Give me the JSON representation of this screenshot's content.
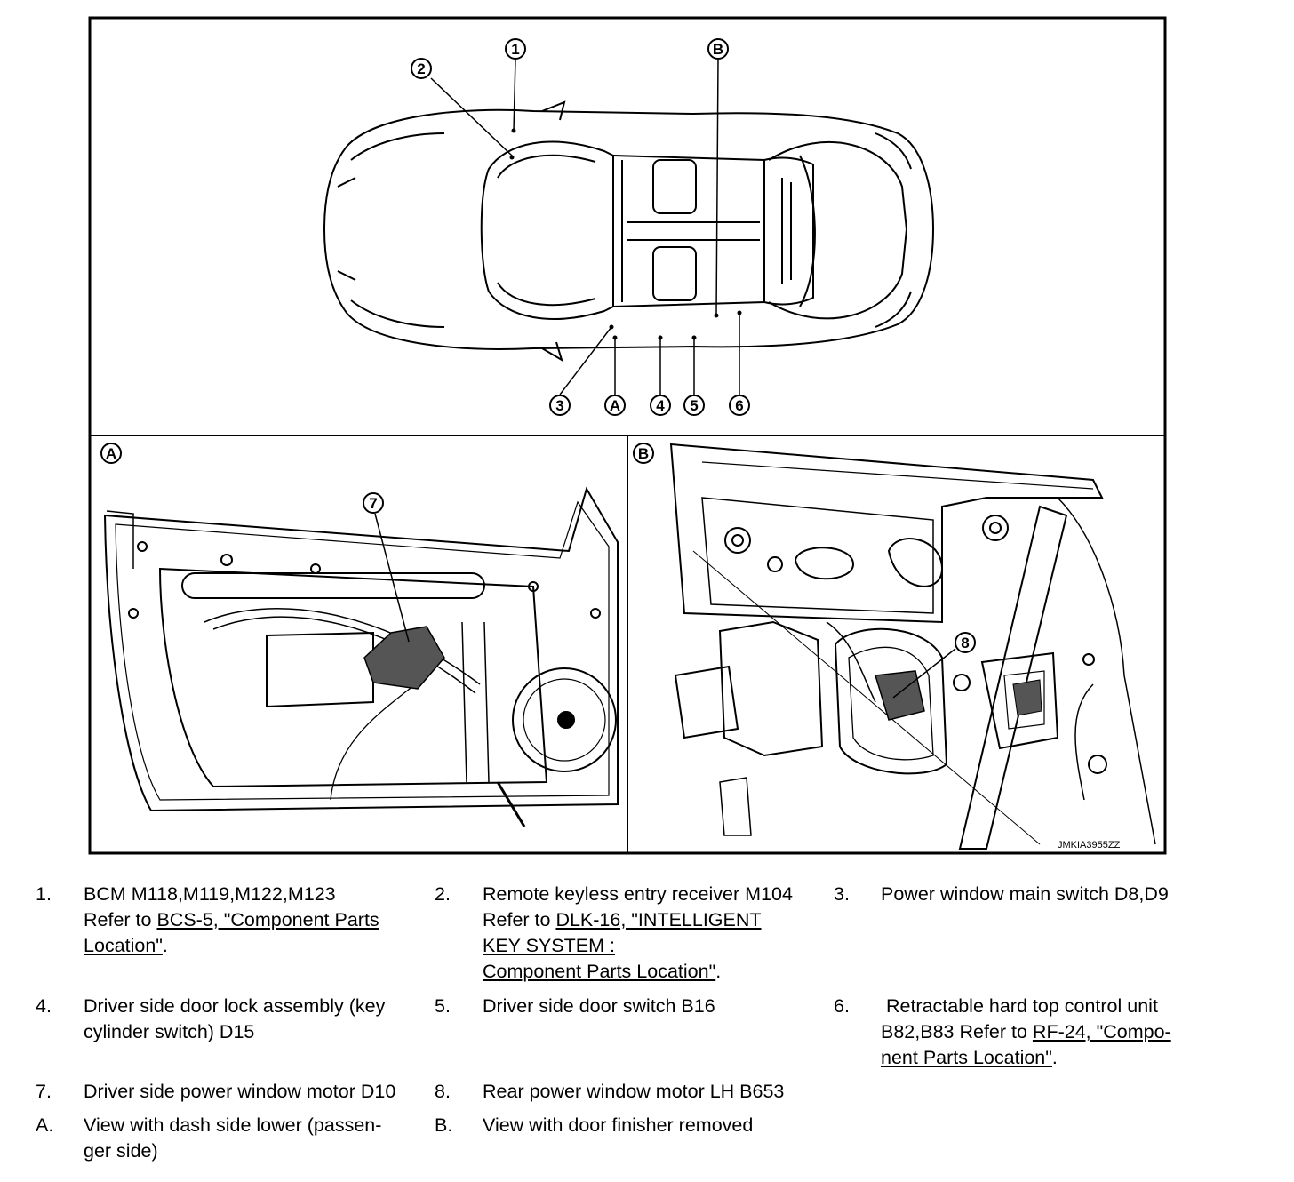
{
  "figure": {
    "code": "JMKIA3955ZZ",
    "callouts_top": [
      "1",
      "2",
      "B",
      "3",
      "A",
      "4",
      "5",
      "6"
    ],
    "panel_a_label": "A",
    "panel_b_label": "B",
    "callout_a": "7",
    "callout_b": "8"
  },
  "legend": {
    "i1": {
      "num": "1.",
      "l1": "BCM M118,M119,M122,M123",
      "l2a": "Refer to ",
      "l2b": "BCS-5, \"Component Parts ",
      "l3a": "Location\"",
      "l3b": "."
    },
    "i2": {
      "num": "2.",
      "l1": "Remote keyless entry receiver M104",
      "l2a": "Refer to ",
      "l2b": "DLK-16, \"INTELLIGENT ",
      "l3": "KEY SYSTEM : ",
      "l4a": "Component  Parts  Location\"",
      "l4b": "."
    },
    "i3": {
      "num": "3.",
      "l1": "Power window main switch D8,D9"
    },
    "i4": {
      "num": "4.",
      "l1": "Driver side door lock assembly (key",
      "l2": "cylinder switch) D15"
    },
    "i5": {
      "num": "5.",
      "l1": "Driver side door switch B16"
    },
    "i6": {
      "num": "6.",
      "l1": " Retractable hard top control unit",
      "l2a": "B82,B83 Refer to ",
      "l2b": "RF-24, \"Compo-",
      "l3a": "nent Parts Location\"",
      "l3b": "."
    },
    "i7": {
      "num": "7.",
      "l1": "Driver side power window motor D10"
    },
    "i8": {
      "num": "8.",
      "l1": "Rear power window motor LH B653"
    },
    "iA": {
      "num": "A.",
      "l1": "View with dash side lower (passen-",
      "l2": "ger side)"
    },
    "iB": {
      "num": "B.",
      "l1": "View with door finisher removed"
    }
  }
}
